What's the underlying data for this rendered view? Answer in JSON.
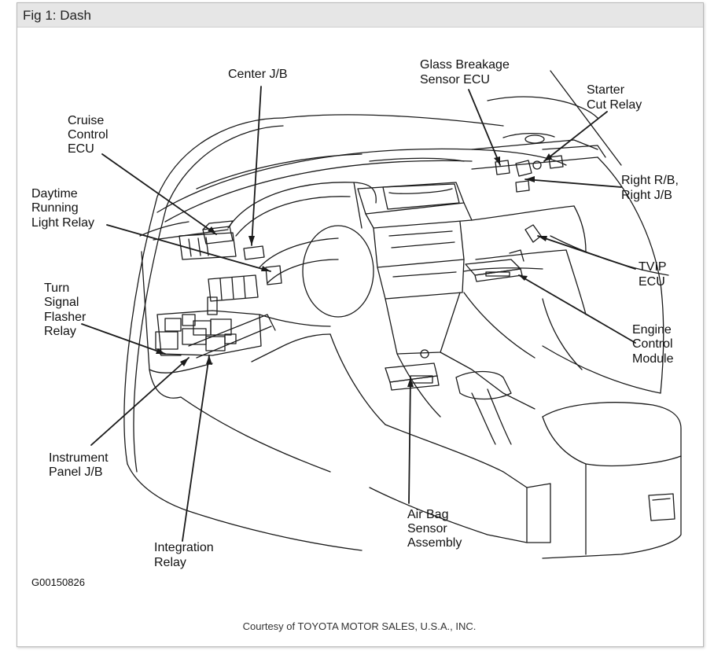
{
  "figure": {
    "title": "Fig 1: Dash",
    "code": "G00150826",
    "credit": "Courtesy of TOYOTA MOTOR SALES, U.S.A., INC."
  },
  "labels": {
    "center_jb": "Center J/B",
    "glass_breakage": [
      "Glass Breakage",
      "Sensor ECU"
    ],
    "starter_cut": [
      "Starter",
      "Cut Relay"
    ],
    "cruise_control": [
      "Cruise",
      "Control",
      "ECU"
    ],
    "daytime_running": [
      "Daytime",
      "Running",
      "Light Relay"
    ],
    "right_rb": [
      "Right R/B,",
      "Right J/B"
    ],
    "tvip": [
      "TVIP",
      "ECU"
    ],
    "turn_signal": [
      "Turn",
      "Signal",
      "Flasher",
      "Relay"
    ],
    "engine_control": [
      "Engine",
      "Control",
      "Module"
    ],
    "instrument_panel": [
      "Instrument",
      "Panel J/B"
    ],
    "air_bag": [
      "Air Bag",
      "Sensor",
      "Assembly"
    ],
    "integration": [
      "Integration",
      "Relay"
    ]
  }
}
